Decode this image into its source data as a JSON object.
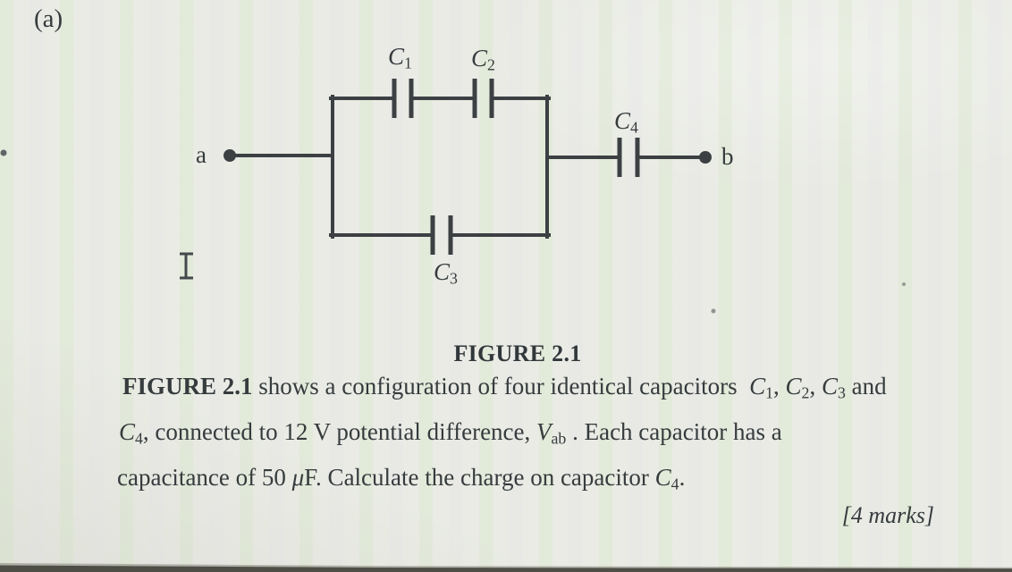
{
  "part_label": "(a)",
  "figure": {
    "caption": "FIGURE 2.1",
    "terminal_a": "a",
    "terminal_b": "b",
    "capacitors": {
      "c1": {
        "base": "C",
        "sub": "1"
      },
      "c2": {
        "base": "C",
        "sub": "2"
      },
      "c3": {
        "base": "C",
        "sub": "3"
      },
      "c4": {
        "base": "C",
        "sub": "4"
      }
    }
  },
  "problem": {
    "line1_segments": [
      {
        "text": "FIGURE 2.1",
        "cls": "b"
      },
      {
        "text": " shows a configuration of four identical capacitors  "
      },
      {
        "text": "C",
        "cls": "i"
      },
      {
        "text": "1",
        "cls": "sub"
      },
      {
        "text": ", "
      },
      {
        "text": "C",
        "cls": "i"
      },
      {
        "text": "2",
        "cls": "sub"
      },
      {
        "text": ", "
      },
      {
        "text": "C",
        "cls": "i"
      },
      {
        "text": "3",
        "cls": "sub"
      },
      {
        "text": " and"
      }
    ],
    "line2_segments": [
      {
        "text": "C",
        "cls": "i"
      },
      {
        "text": "4",
        "cls": "sub"
      },
      {
        "text": ", connected to 12 V potential difference, "
      },
      {
        "text": "V",
        "cls": "i"
      },
      {
        "text": "ab",
        "cls": "sub"
      },
      {
        "text": " . Each capacitor has a"
      }
    ],
    "line3_segments": [
      {
        "text": "capacitance of 50 "
      },
      {
        "text": "μ",
        "cls": "i"
      },
      {
        "text": "F. Calculate the charge on capacitor "
      },
      {
        "text": "C",
        "cls": "i"
      },
      {
        "text": "4",
        "cls": "sub"
      },
      {
        "text": "."
      }
    ],
    "marks": "[4 marks]"
  },
  "colors": {
    "background": "#e9ebe4",
    "ink": "#363b3d",
    "wire": "#3c4043",
    "photo_edge": "#4e4d46"
  }
}
